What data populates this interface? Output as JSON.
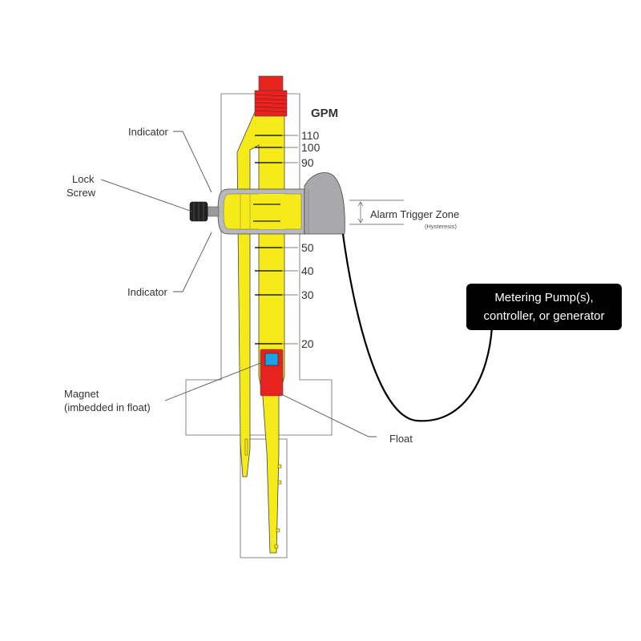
{
  "scale": {
    "unit": "GPM",
    "ticks": [
      {
        "label": "110",
        "value": 110
      },
      {
        "label": "100",
        "value": 100
      },
      {
        "label": "90",
        "value": 90
      },
      {
        "label": "50",
        "value": 50
      },
      {
        "label": "40",
        "value": 40
      },
      {
        "label": "30",
        "value": 30
      },
      {
        "label": "20",
        "value": 20
      }
    ]
  },
  "labels": {
    "indicator_top": "Indicator",
    "lock_screw_line1": "Lock",
    "lock_screw_line2": "Screw",
    "indicator_bottom": "Indicator",
    "magnet_line1": "Magnet",
    "magnet_line2": "(imbedded in float)",
    "float": "Float",
    "alarm_zone": "Alarm Trigger Zone",
    "hysteresis": "(Hysteresis)"
  },
  "callout": {
    "line1": "Metering Pump(s),",
    "line2": "controller, or generator"
  },
  "colors": {
    "tube": "#f5ea1a",
    "cap": "#e8231f",
    "float": "#e8231f",
    "magnet": "#1aa3e8",
    "sensor": "#a9a9ab",
    "callout_bg": "#000000",
    "callout_text": "#ffffff"
  }
}
